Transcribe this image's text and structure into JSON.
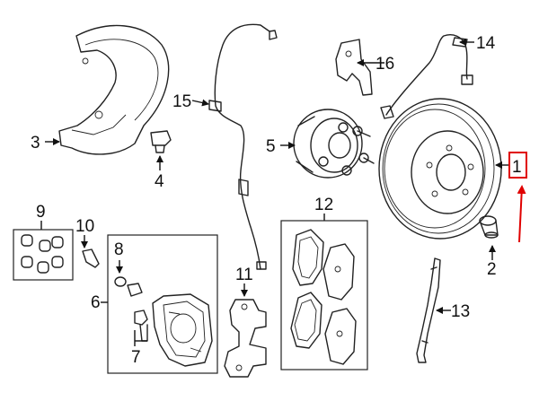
{
  "callouts": {
    "c1": "1",
    "c2": "2",
    "c3": "3",
    "c4": "4",
    "c5": "5",
    "c6": "6",
    "c7": "7",
    "c8": "8",
    "c9": "9",
    "c10": "10",
    "c11": "11",
    "c12": "12",
    "c13": "13",
    "c14": "14",
    "c15": "15",
    "c16": "16"
  },
  "colors": {
    "line": "#222222",
    "highlight": "#e00000",
    "background": "#ffffff"
  },
  "markers": {
    "highlight_arrow": "red-arrow-icon"
  }
}
